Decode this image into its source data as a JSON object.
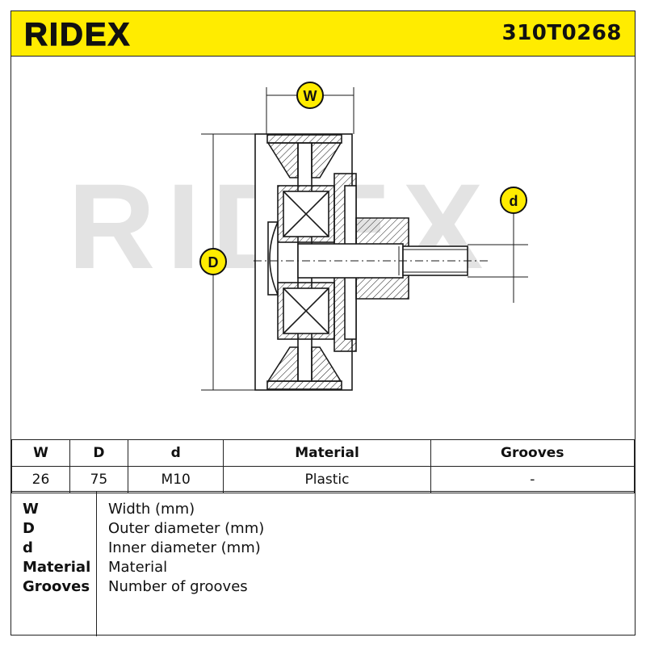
{
  "header": {
    "brand": "RIDEX",
    "part_number": "310T0268"
  },
  "drawing": {
    "watermark": "RIDEX",
    "labels": {
      "width": "W",
      "outer_diameter": "D",
      "inner_diameter": "d"
    }
  },
  "table": {
    "headers": [
      "W",
      "D",
      "d",
      "Material",
      "Grooves"
    ],
    "values": [
      "26",
      "75",
      "M10",
      "Plastic",
      "-"
    ]
  },
  "legend": [
    {
      "key": "W",
      "desc": "Width (mm)"
    },
    {
      "key": "D",
      "desc": "Outer diameter (mm)"
    },
    {
      "key": "d",
      "desc": "Inner diameter (mm)"
    },
    {
      "key": "Material",
      "desc": "Material"
    },
    {
      "key": "Grooves",
      "desc": "Number of grooves"
    }
  ],
  "colors": {
    "accent": "#ffec00",
    "line": "#1a1a1a",
    "watermark": "#e3e3e3"
  }
}
